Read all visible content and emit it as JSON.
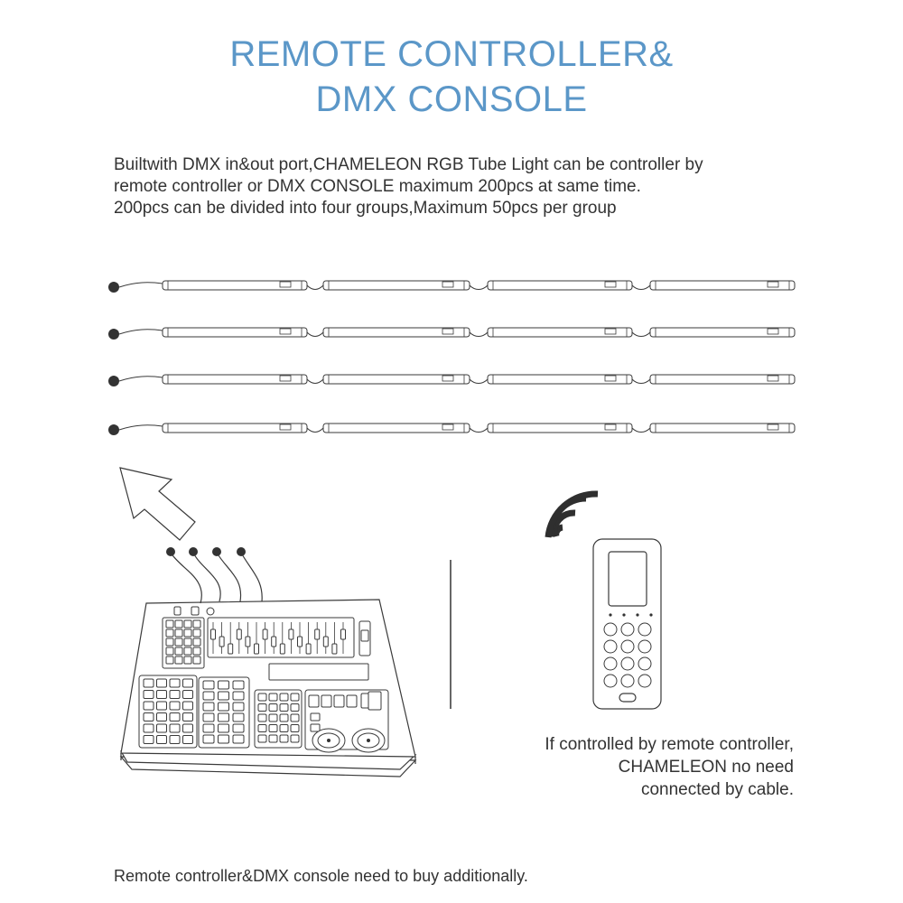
{
  "title": {
    "line1": "REMOTE CONTROLLER&",
    "line2": "DMX CONSOLE"
  },
  "intro": {
    "line1": "Builtwith DMX in&out port,CHAMELEON RGB Tube Light can be controller by",
    "line2": "remote controller or DMX CONSOLE maximum 200pcs at same time.",
    "line3": "200pcs can be divided into four groups,Maximum 50pcs per group"
  },
  "remote_note": {
    "line1": "If controlled by remote controller,",
    "line2": "CHAMELEON no need",
    "line3": "connected by cable."
  },
  "footer": "Remote controller&DMX console need to buy additionally.",
  "colors": {
    "title": "#5b97c8",
    "text": "#333333",
    "line_art": "#3a3a3a"
  }
}
